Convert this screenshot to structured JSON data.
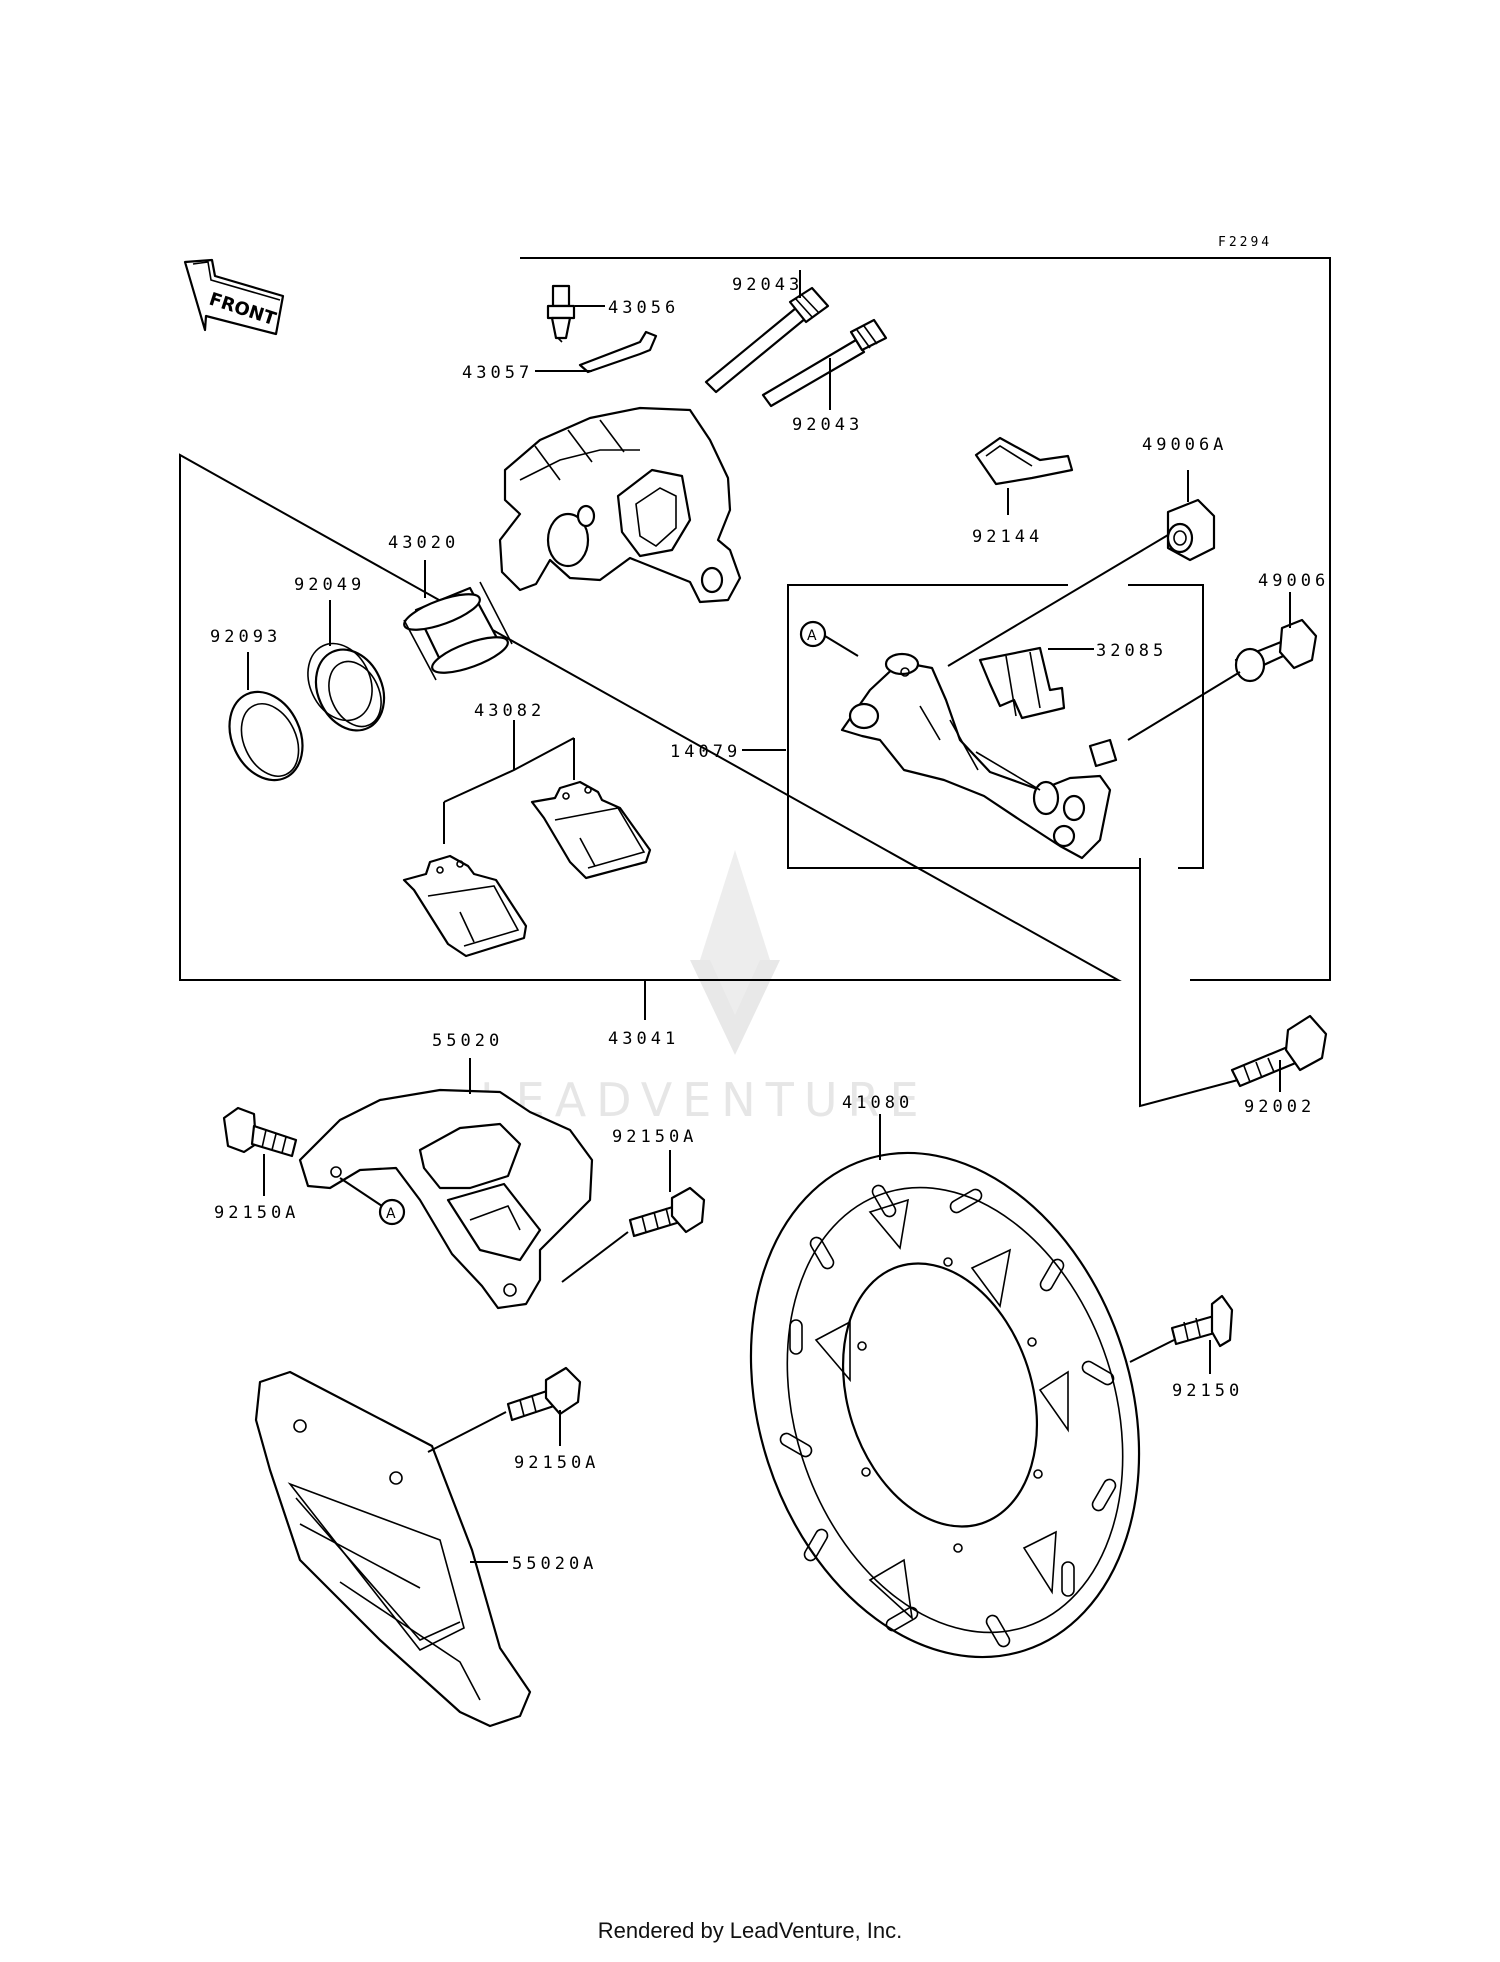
{
  "diagram": {
    "ref_code": "F2294",
    "front_label": "FRONT",
    "ref_marker": "A",
    "watermark": "LEADVENTURE",
    "part_labels": {
      "p43056": "43056",
      "p43057": "43057",
      "p92043_a": "92043",
      "p92043_b": "92043",
      "p92144": "92144",
      "p49006A": "49006A",
      "p49006": "49006",
      "p32085": "32085",
      "p14079": "14079",
      "p43020": "43020",
      "p92049": "92049",
      "p92093": "92093",
      "p43082": "43082",
      "p43041": "43041",
      "p55020": "55020",
      "p92150A_a": "92150A",
      "p92150A_b": "92150A",
      "p92150A_c": "92150A",
      "p41080": "41080",
      "p92002": "92002",
      "p92150": "92150",
      "p55020A": "55020A"
    }
  },
  "footer": {
    "text": "Rendered by LeadVenture, Inc."
  }
}
